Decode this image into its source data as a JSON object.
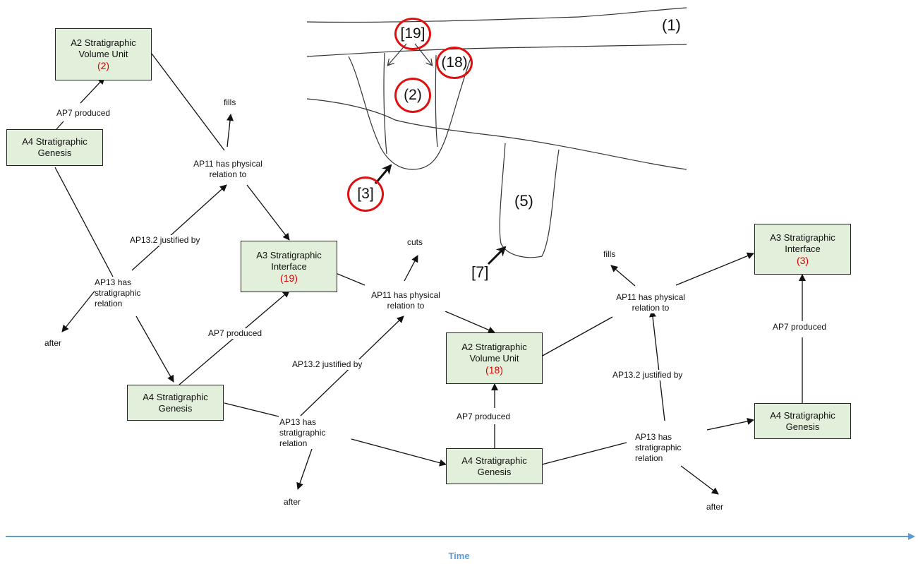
{
  "nodes": {
    "a2_2": {
      "title": "A2 Stratigraphic Volume Unit",
      "number": "(2)"
    },
    "a4_top": {
      "title": "A4 Stratigraphic Genesis"
    },
    "a3_19": {
      "title": "A3 Stratigraphic Interface",
      "number": "(19)"
    },
    "a4_mid": {
      "title": "A4 Stratigraphic Genesis"
    },
    "a2_18": {
      "title": "A2 Stratigraphic Volume Unit",
      "number": "(18)"
    },
    "a4_low": {
      "title": "A4 Stratigraphic Genesis"
    },
    "a3_3": {
      "title": "A3 Stratigraphic Interface",
      "number": "(3)"
    },
    "a4_right": {
      "title": "A4 Stratigraphic Genesis"
    }
  },
  "edge_labels": {
    "ap7_1": "AP7 produced",
    "fills_1": "fills",
    "ap11_1": "AP11 has physical relation to",
    "ap13_2_1": "AP13.2 justified by",
    "ap13_1": "AP13 has stratigraphic relation",
    "after_1": "after",
    "ap7_2": "AP7 produced",
    "cuts": "cuts",
    "ap11_2": "AP11 has physical relation to",
    "ap13_2_2": "AP13.2 justified by",
    "ap13_2": "AP13 has stratigraphic relation",
    "after_2": "after",
    "ap7_3": "AP7 produced",
    "fills_2": "fills",
    "ap11_3": "AP11 has physical relation to",
    "ap13_2_3": "AP13.2 justified by",
    "ap13_3": "AP13 has stratigraphic relation",
    "after_3": "after",
    "ap7_4": "AP7 produced"
  },
  "section": {
    "labels": {
      "layer_1": "(1)",
      "unit_19": "[19]",
      "unit_18": "(18)",
      "unit_2": "(2)",
      "unit_3": "[3]",
      "unit_5": "(5)",
      "unit_7": "[7]"
    },
    "highlight_color": "#e01010"
  },
  "timeline": {
    "label": "Time",
    "color": "#5b9bd5"
  },
  "colors": {
    "node_fill": "#e2efda",
    "number_red": "#e00000"
  }
}
